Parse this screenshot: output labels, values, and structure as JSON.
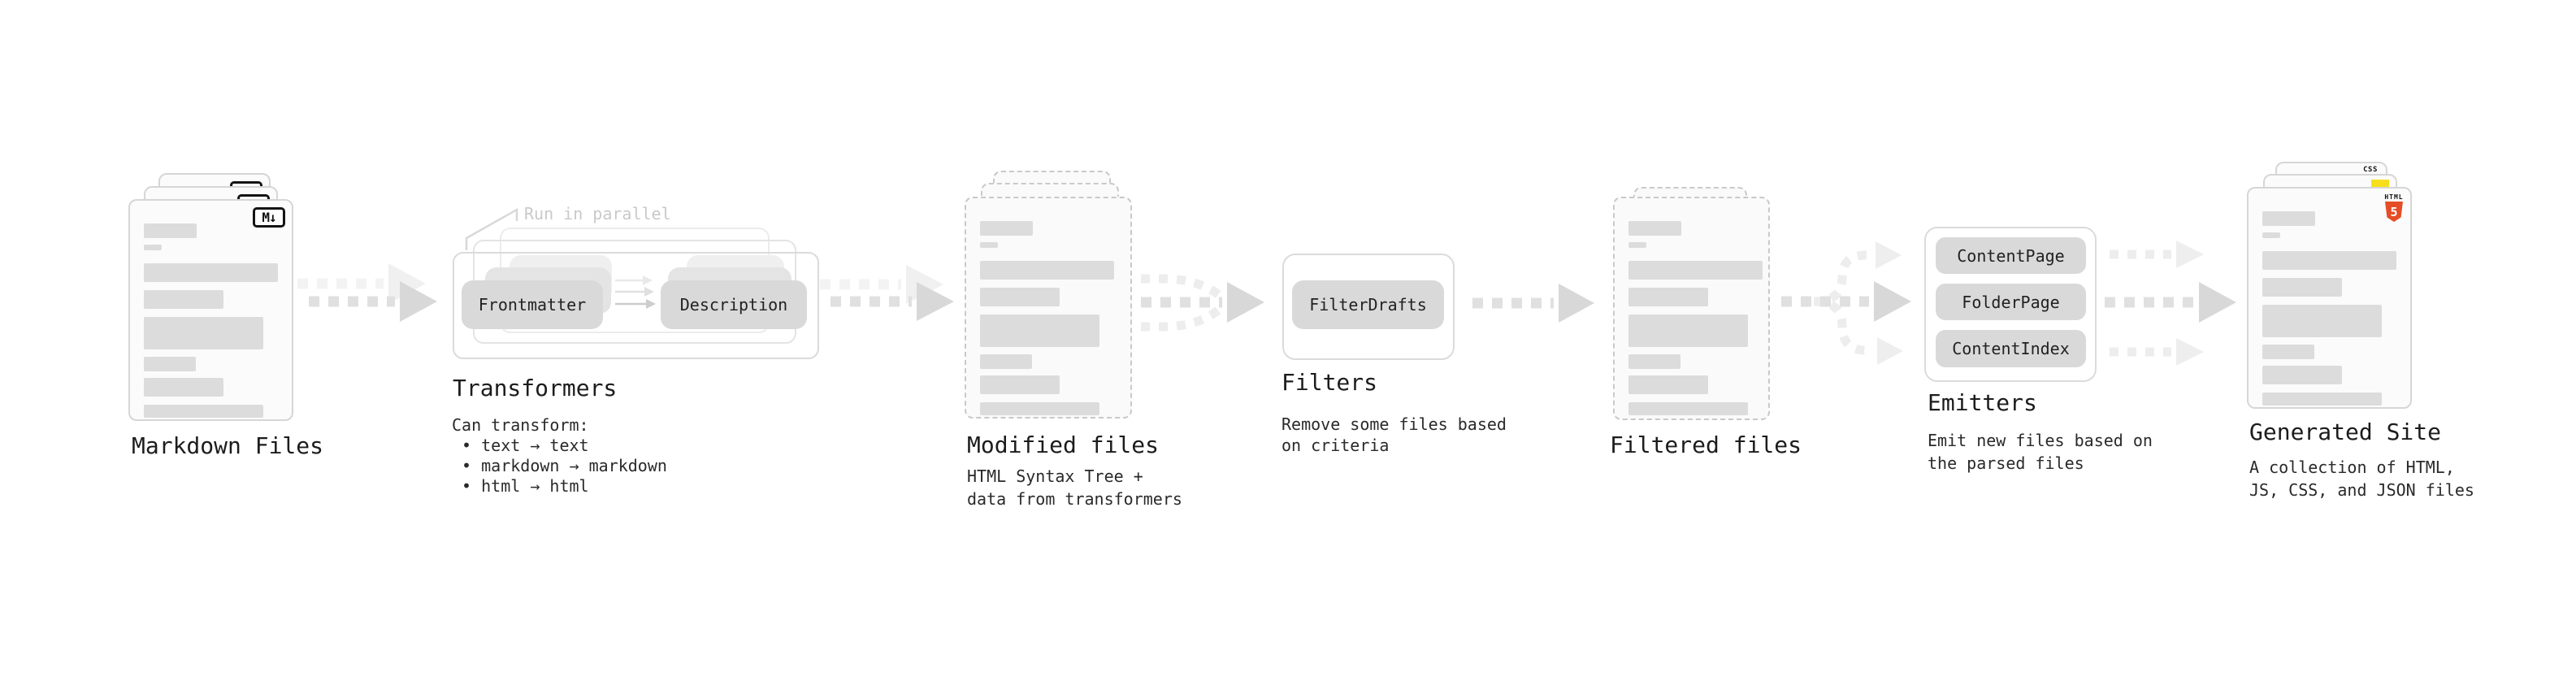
{
  "diagram": {
    "annotation": {
      "run_in_parallel": "Run in parallel"
    },
    "stages": {
      "markdown_files": {
        "title": "Markdown Files",
        "badge": "M↓"
      },
      "transformers": {
        "title": "Transformers",
        "caption": "Can transform:\n • text → text\n • markdown → markdown\n • html → html",
        "pill_frontmatter": "Frontmatter",
        "pill_description": "Description"
      },
      "modified_files": {
        "title": "Modified files",
        "caption": "HTML Syntax Tree +\ndata from transformers"
      },
      "filters": {
        "title": "Filters",
        "caption": "Remove some files based\non criteria",
        "pill_filterdrafts": "FilterDrafts"
      },
      "filtered_files": {
        "title": "Filtered files"
      },
      "emitters": {
        "title": "Emitters",
        "caption": "Emit new files based on\nthe parsed files",
        "pills": [
          "ContentPage",
          "FolderPage",
          "ContentIndex"
        ]
      },
      "generated_site": {
        "title": "Generated Site",
        "caption": "A collection of HTML,\nJS, CSS, and JSON files",
        "badge_css": "CSS",
        "badge_html_label": "HTML",
        "badge_html_glyph": "5"
      }
    },
    "colors": {
      "html5_orange": "#e44d26",
      "js_yellow": "#f7df1e",
      "css_blue": "#2962ff"
    }
  }
}
